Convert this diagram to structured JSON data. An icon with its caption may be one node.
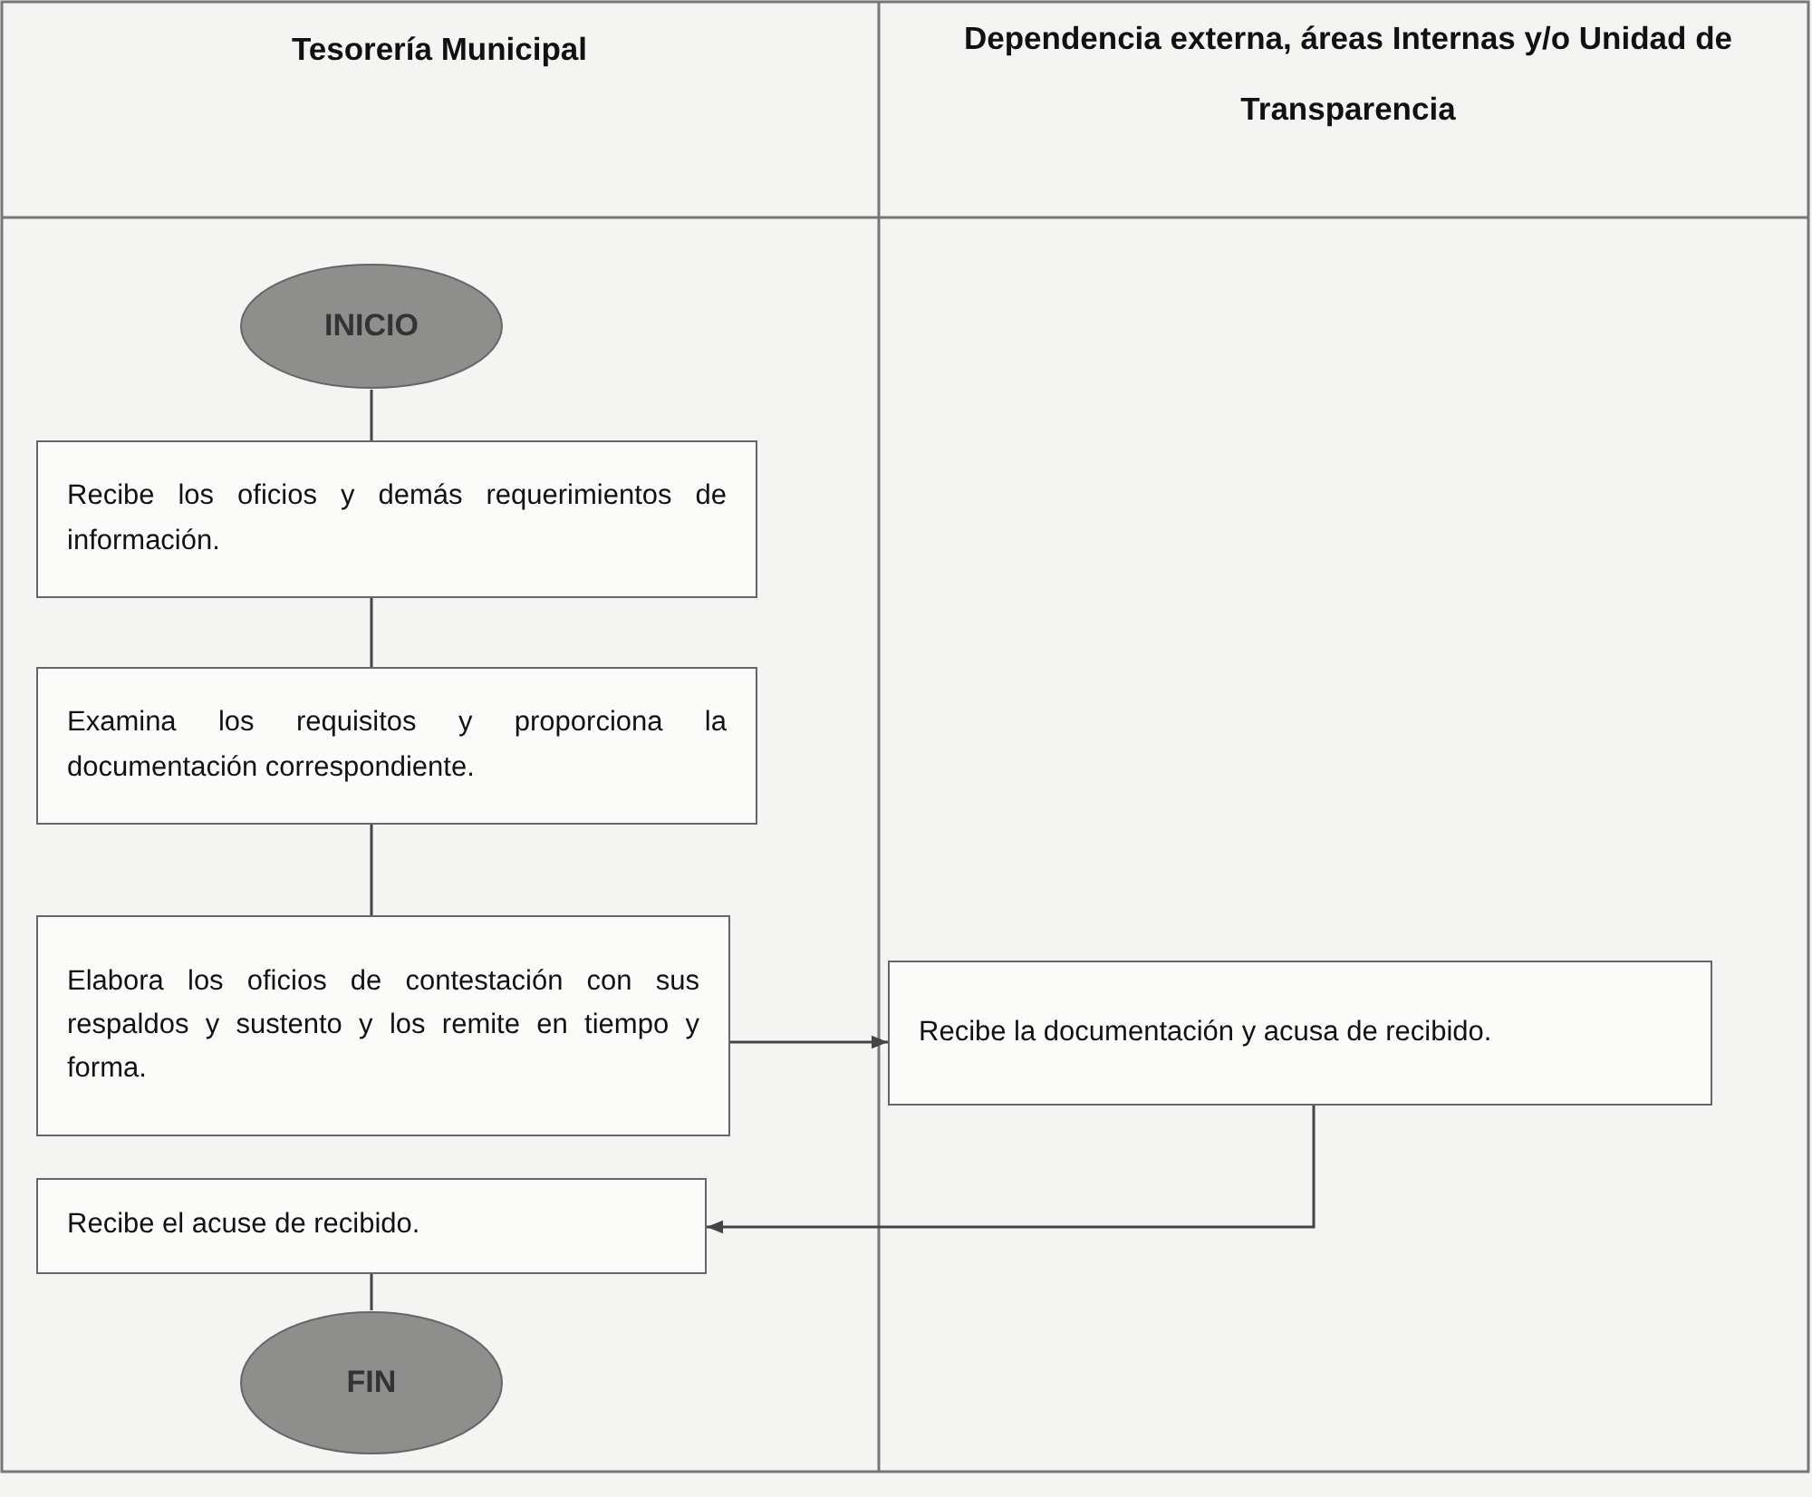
{
  "diagram": {
    "nodes": [
      {
        "text": [
          "INICIO"
        ]
      },
      {
        "text": [
          "Recibe los oficios y demás requerimientos de información."
        ]
      },
      {
        "text": [
          "Examina los requisitos y proporciona la documentación correspondiente."
        ]
      },
      {
        "text": [
          "Elabora los oficios de contestación con sus respaldos y sustento y los remite en tiempo y forma."
        ]
      },
      {
        "text": [
          "Recibe la documentación y acusa de recibido."
        ]
      },
      {
        "text": [
          "Recibe el acuse de recibido."
        ]
      },
      {
        "text": [
          "FIN"
        ]
      }
    ],
    "edges": [
      {
        "from": 0,
        "to": 1,
        "arrow": "none"
      },
      {
        "from": 1,
        "to": 2,
        "arrow": "none"
      },
      {
        "from": 2,
        "to": 3,
        "arrow": "none"
      },
      {
        "from": 3,
        "to": 4,
        "arrow": "to"
      },
      {
        "from": 4,
        "to": 5,
        "arrow": "to"
      },
      {
        "from": 5,
        "to": 6,
        "arrow": "none"
      }
    ],
    "labels": [
      "Tesorería Municipal",
      "Dependencia externa, áreas Internas y/o Unidad de Transparencia"
    ]
  }
}
